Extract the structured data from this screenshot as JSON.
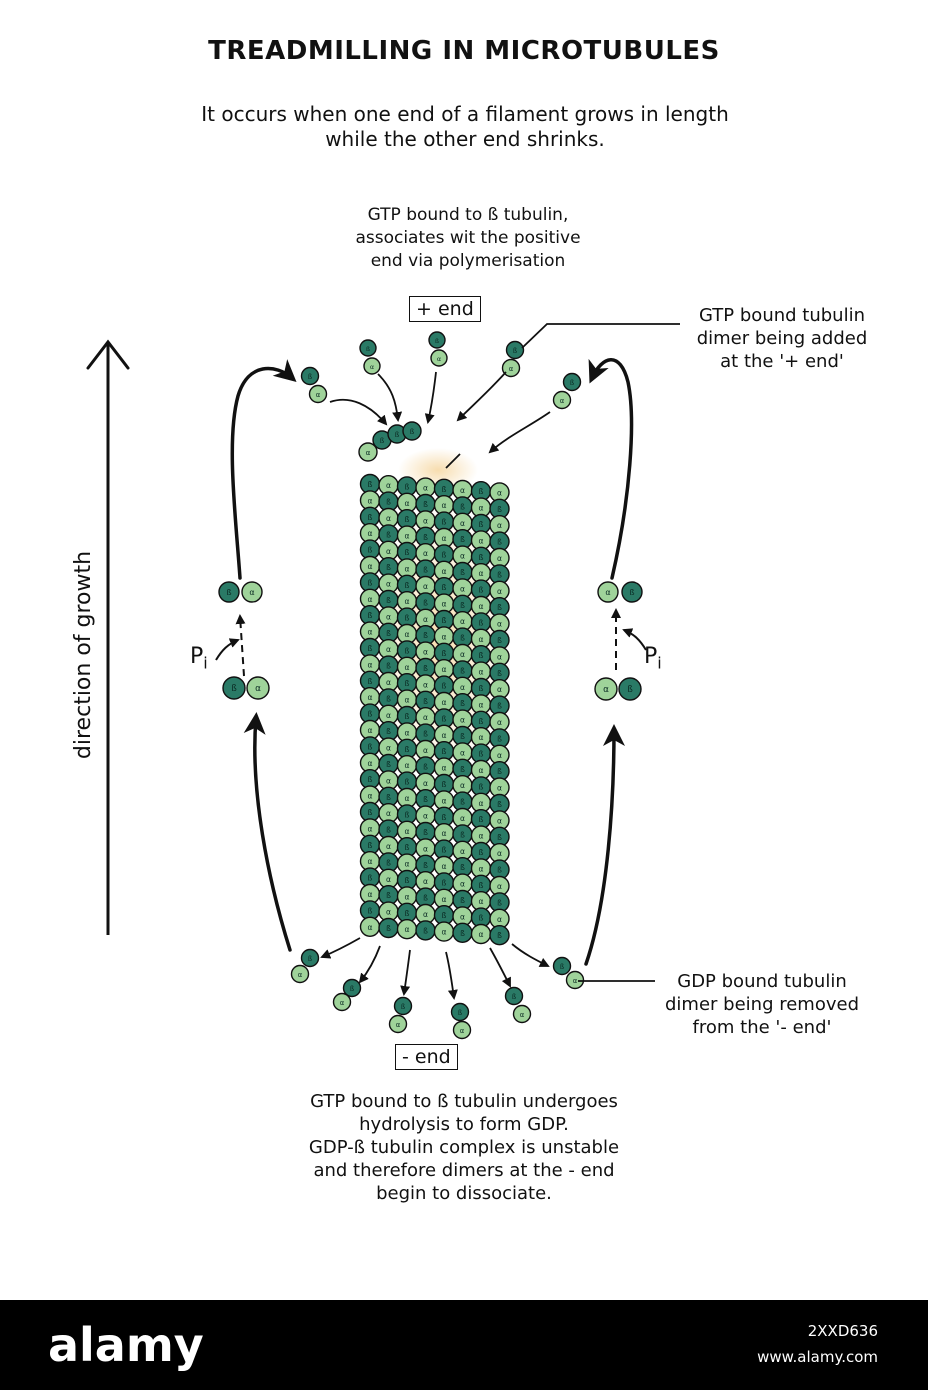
{
  "header": {
    "title": "TREADMILLING IN MICROTUBULES",
    "subtitle_line1": "It occurs when one end of a filament grows in length",
    "subtitle_line2": "while the other end shrinks."
  },
  "labels": {
    "plus_end": "+ end",
    "minus_end": "- end",
    "direction": "direction of growth",
    "pi": "P",
    "pi_sub": "i",
    "top_note": [
      "GTP bound to ß tubulin,",
      "associates wit the positive",
      "end via polymerisation"
    ],
    "added_note": [
      "GTP bound tubulin",
      "dimer being added",
      "at the '+ end'"
    ],
    "removed_note": [
      "GDP bound tubulin",
      "dimer being removed",
      "from the '- end'"
    ],
    "bottom_note": [
      "GTP bound to ß  tubulin undergoes",
      "hydrolysis to form GDP.",
      "GDP-ß  tubulin complex is unstable",
      "and therefore dimers at the - end",
      "begin to dissociate."
    ]
  },
  "colors": {
    "beta_dark": "#2a7a66",
    "alpha_light": "#9fd39a",
    "outline": "#111111",
    "glow": "#f6d9a6"
  },
  "watermark": {
    "logo": "alamy",
    "image_id": "2XXD636",
    "site": "www.alamy.com"
  }
}
